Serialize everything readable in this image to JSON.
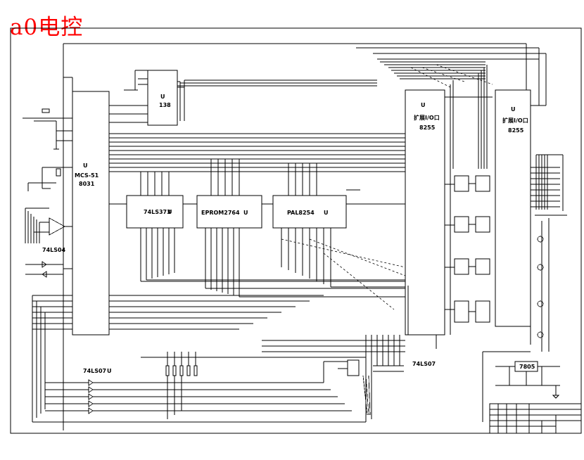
{
  "title": "a0电控",
  "chips": {
    "u1_name": "U",
    "u1_type": "MCS-51",
    "u1_num": "8031",
    "u2_name": "U",
    "u2_type": "138",
    "u3_type": "74LS373",
    "u3_name": "U",
    "u4_type": "EPROM2764",
    "u4_name": "U",
    "u5_type": "PAL8254",
    "u5_name": "U",
    "u6_name": "U",
    "u6_desc": "扩展I/O口",
    "u6_num": "8255",
    "u7_name": "U",
    "u7_desc": "扩展I/O口",
    "u7_num": "8255",
    "gate_04": "74LS04",
    "gate_07_left": "74LS07",
    "gate_07_left_u": "U",
    "gate_07_mid": "74LS07",
    "regulator": "7805"
  }
}
